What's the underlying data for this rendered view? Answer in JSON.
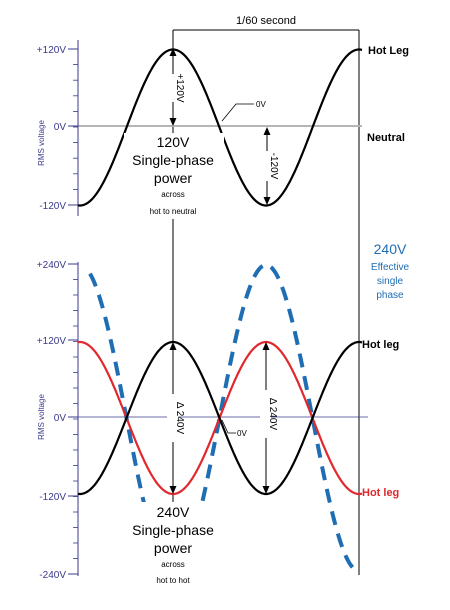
{
  "colors": {
    "axis": "#3a3a8c",
    "black_wave": "#000000",
    "red_wave": "#e0282d",
    "blue_wave": "#1f6db3",
    "neutral_line": "#b5b5b5"
  },
  "period_label": "1/60 second",
  "top": {
    "y_axis_title": "RMS voltage",
    "ticks": {
      "pos": "+120V",
      "zero": "0V",
      "neg": "-120V"
    },
    "hot_leg_label": "Hot Leg",
    "neutral_label": "Neutral",
    "zero_callout": "0V",
    "plus_arrow_label": "+120V",
    "minus_arrow_label": "-120V",
    "caption": {
      "voltage": "120V",
      "line1": "Single-phase",
      "line2": "power",
      "across": "across",
      "between": "hot to neutral"
    }
  },
  "bottom": {
    "y_axis_title": "RMS voltage",
    "ticks": {
      "pos240": "+240V",
      "pos120": "+120V",
      "zero": "0V",
      "neg120": "-120V",
      "neg240": "-240V"
    },
    "hot_leg_label": "Hot leg",
    "red_hot_leg_label": "Hot leg",
    "zero_callout": "0V",
    "delta1_label": "Δ 240V",
    "delta2_label": "Δ 240V",
    "effective": {
      "voltage": "240V",
      "line1": "Effective",
      "line2": "single",
      "line3": "phase"
    },
    "caption": {
      "voltage": "240V",
      "line1": "Single-phase",
      "line2": "power",
      "across": "across",
      "between": "hot to hot"
    }
  }
}
